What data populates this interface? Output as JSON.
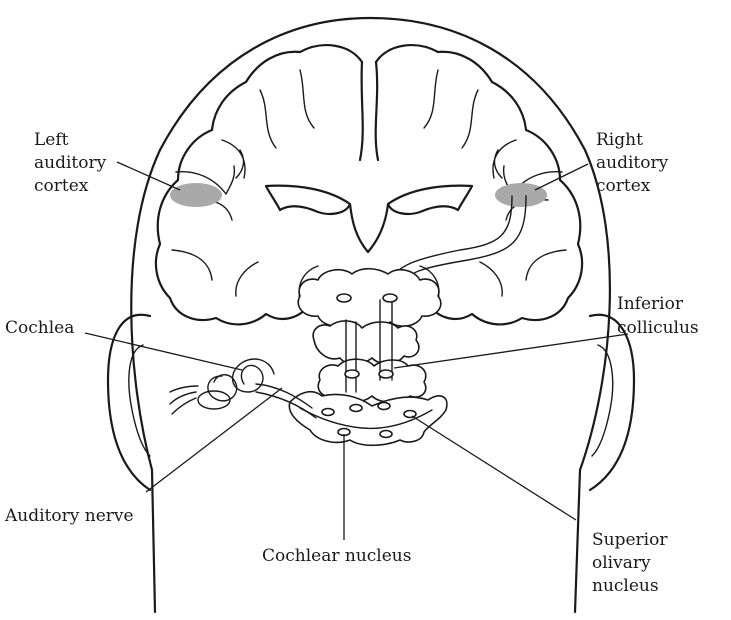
{
  "labels": {
    "left_auditory_cortex": [
      "Left",
      "auditory",
      "cortex"
    ],
    "right_auditory_cortex": [
      "Right",
      "auditory",
      "cortex"
    ],
    "cochlea": [
      "Cochlea"
    ],
    "inferior_colliculus": [
      "Inferior",
      "colliculus"
    ],
    "auditory_nerve": [
      "Auditory nerve"
    ],
    "cochlear_nucleus": [
      "Cochlear nucleus"
    ],
    "superior_olivary_nucleus": [
      "Superior",
      "olivary",
      "nucleus"
    ]
  },
  "colors": {
    "line": "#1a1a1a",
    "auditory_cortex_fill": "#a9a9a9",
    "background": "#ffffff"
  }
}
